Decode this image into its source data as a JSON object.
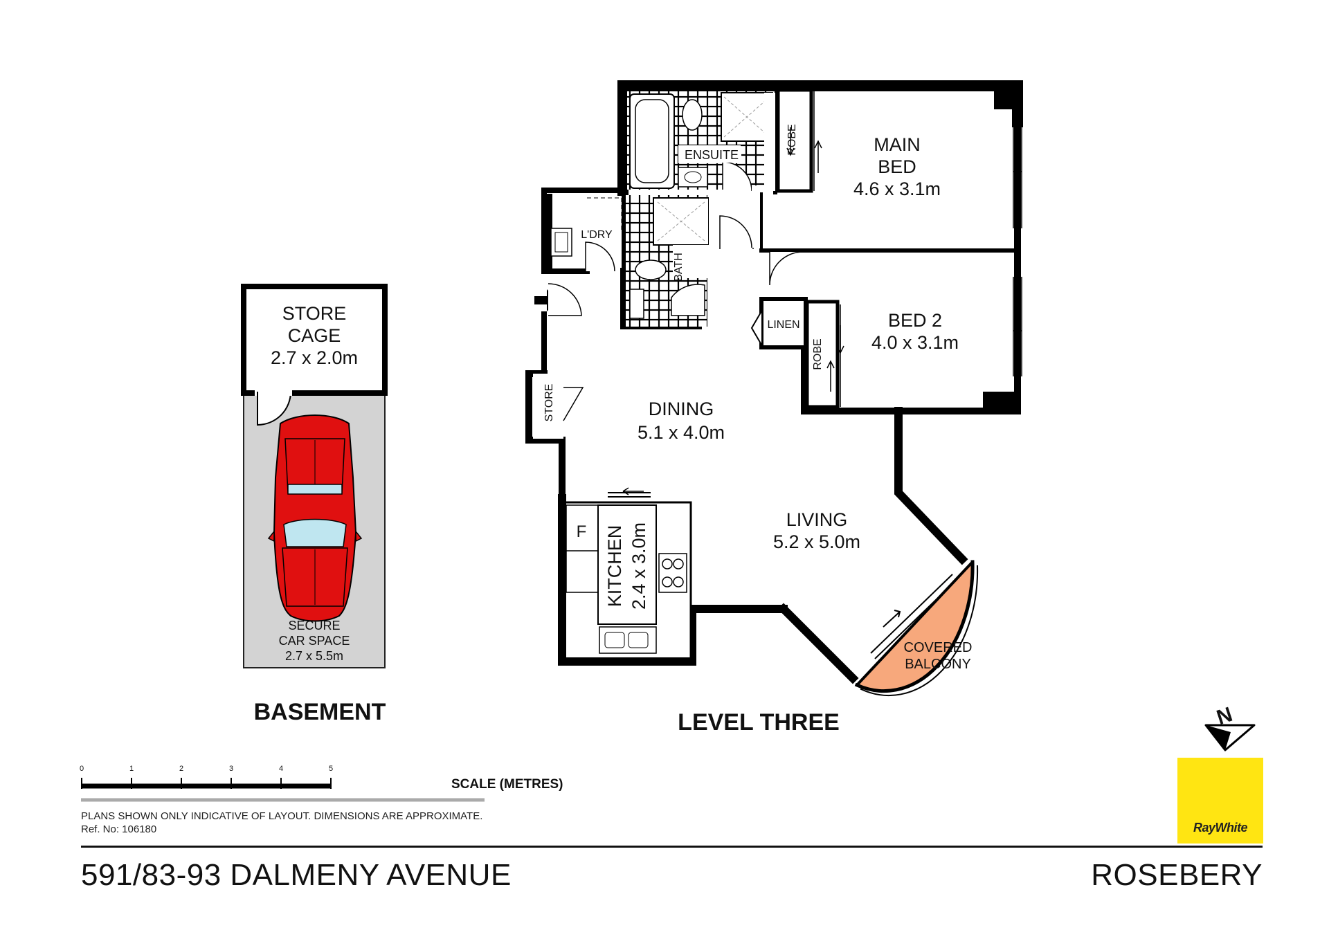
{
  "rooms": {
    "store_cage": {
      "line1": "STORE",
      "line2": "CAGE",
      "dims": "2.7 x 2.0m"
    },
    "car_space": {
      "line1": "SECURE",
      "line2": "CAR SPACE",
      "dims": "2.7 x 5.5m"
    },
    "main_bed": {
      "line1": "MAIN",
      "line2": "BED",
      "dims": "4.6 x 3.1m"
    },
    "bed2": {
      "name": "BED 2",
      "dims": "4.0 x 3.1m"
    },
    "dining": {
      "name": "DINING",
      "dims": "5.1 x 4.0m"
    },
    "living": {
      "name": "LIVING",
      "dims": "5.2 x 5.0m"
    },
    "kitchen": {
      "name": "KITCHEN",
      "dims": "2.4 x 3.0m"
    },
    "balcony": {
      "line1": "COVERED",
      "line2": "BALCONY"
    },
    "ensuite": "ENSUITE",
    "laundry": "L'DRY",
    "bath": "BATH",
    "linen": "LINEN",
    "robe_main": "ROBE",
    "robe_bed2": "ROBE",
    "store": "STORE",
    "fridge": "F"
  },
  "levels": {
    "basement": "BASEMENT",
    "level_three": "LEVEL THREE"
  },
  "scale": {
    "title": "SCALE (METRES)",
    "ticks": [
      "0",
      "1",
      "2",
      "3",
      "4",
      "5"
    ]
  },
  "compass": {
    "north": "N"
  },
  "disclaimer": {
    "line1": "PLANS SHOWN ONLY INDICATIVE OF LAYOUT.  DIMENSIONS ARE APPROXIMATE.",
    "line2": "Ref. No: 106180"
  },
  "footer": {
    "address": "591/83-93 DALMENY AVENUE",
    "suburb": "ROSEBERY"
  },
  "brand": {
    "logo": "RayWhite",
    "color": "#ffe512"
  },
  "colors": {
    "car": "#e01010",
    "balcony": "#f7a87c",
    "car_floor": "#d3d3d3",
    "wall": "#000000"
  }
}
